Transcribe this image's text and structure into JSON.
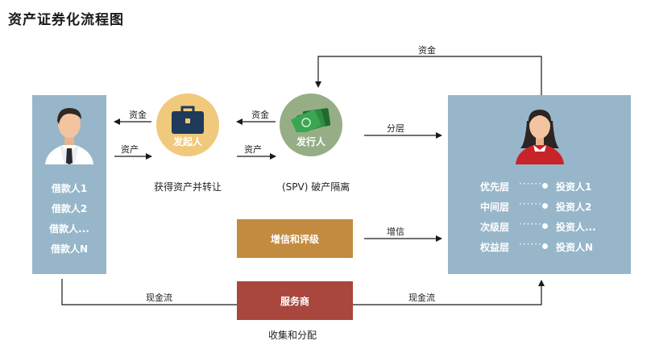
{
  "title": "资产证券化流程图",
  "borrowers": [
    "借款人1",
    "借款人2",
    "借款人...",
    "借款人N"
  ],
  "sponsor": {
    "label": "发起人",
    "caption": "获得资产并转让"
  },
  "issuer": {
    "label": "发行人",
    "caption": "(SPV) 破产隔离"
  },
  "credit_box": "增信和评级",
  "service_box": "服务商",
  "service_caption": "收集和分配",
  "flows": {
    "funds_top": "资金",
    "funds_to_borrower": "资金",
    "assets_to_sponsor": "资产",
    "funds_to_sponsor": "资金",
    "assets_to_issuer": "资产",
    "tranching": "分层",
    "credit_enhance": "增信",
    "cashflow_left": "现金流",
    "cashflow_right": "现金流"
  },
  "tranches": [
    {
      "name": "优先层",
      "dots": "······",
      "investor": "投资人1"
    },
    {
      "name": "中间层",
      "dots": "······",
      "investor": "投资人2"
    },
    {
      "name": "次级层",
      "dots": "······",
      "investor": "投资人..."
    },
    {
      "name": "权益层",
      "dots": "······",
      "investor": "投资人N"
    }
  ],
  "colors": {
    "panel": "#97b6c9",
    "sponsor": "#f0c97c",
    "issuer": "#96ae86",
    "credit": "#c38b40",
    "service": "#a9463d"
  }
}
